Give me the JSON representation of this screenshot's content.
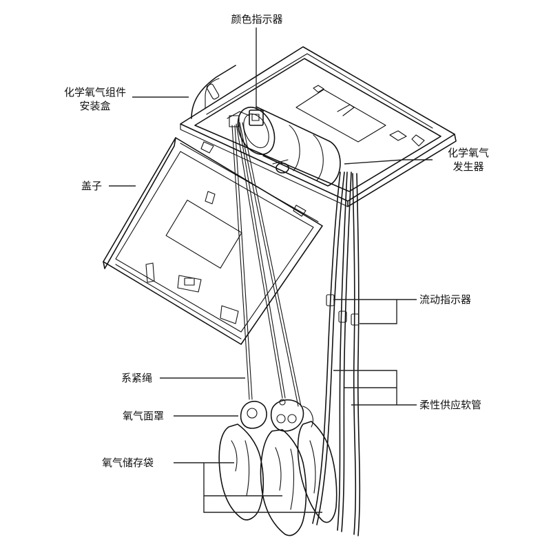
{
  "labels": {
    "color_indicator": "颜色指示器",
    "box_line1": "化学氧气组件",
    "box_line2": "安装盒",
    "generator_line1": "化学氧气",
    "generator_line2": "发生器",
    "lid": "盖子",
    "flow_indicator": "流动指示器",
    "lanyard": "系紧绳",
    "mask": "氧气面罩",
    "flexible_hose": "柔性供应软管",
    "reservoir_bag": "氧气储存袋"
  }
}
